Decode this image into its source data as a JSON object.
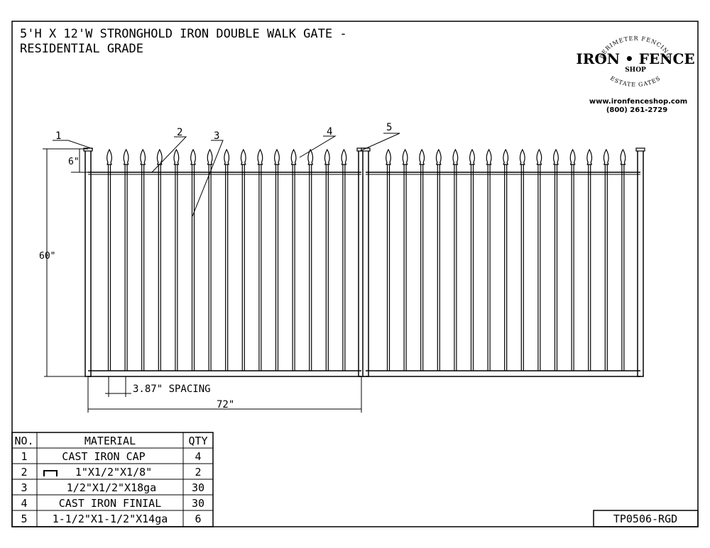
{
  "title": {
    "line1": "5'H X 12'W STRONGHOLD IRON DOUBLE WALK GATE -",
    "line2": "RESIDENTIAL GRADE"
  },
  "logo": {
    "top_arc": "PERIMETER FENCING",
    "main": "IRON • FENCE",
    "sub": "SHOP",
    "bottom_arc": "ESTATE GATES",
    "website": "www.ironfenceshop.com",
    "phone": "(800) 261-2729"
  },
  "callouts": [
    "1",
    "2",
    "3",
    "4",
    "5"
  ],
  "dimensions": {
    "finial_height": "6\"",
    "total_height": "60\"",
    "spacing": "3.87\" SPACING",
    "panel_width": "72\""
  },
  "table": {
    "headers": [
      "NO.",
      "MATERIAL",
      "QTY"
    ],
    "rows": [
      {
        "no": "1",
        "material": "CAST IRON CAP",
        "qty": "4"
      },
      {
        "no": "2",
        "material": "1\"X1/2\"X1/8\"",
        "qty": "2",
        "icon": "channel-icon"
      },
      {
        "no": "3",
        "material": "1/2\"X1/2\"X18ga",
        "qty": "30"
      },
      {
        "no": "4",
        "material": "CAST IRON FINIAL",
        "qty": "30"
      },
      {
        "no": "5",
        "material": "1-1/2\"X1-1/2\"X14ga",
        "qty": "6"
      }
    ]
  },
  "drawing_number": "TP0506-RGD",
  "gate": {
    "pickets_per_leaf": 15
  }
}
